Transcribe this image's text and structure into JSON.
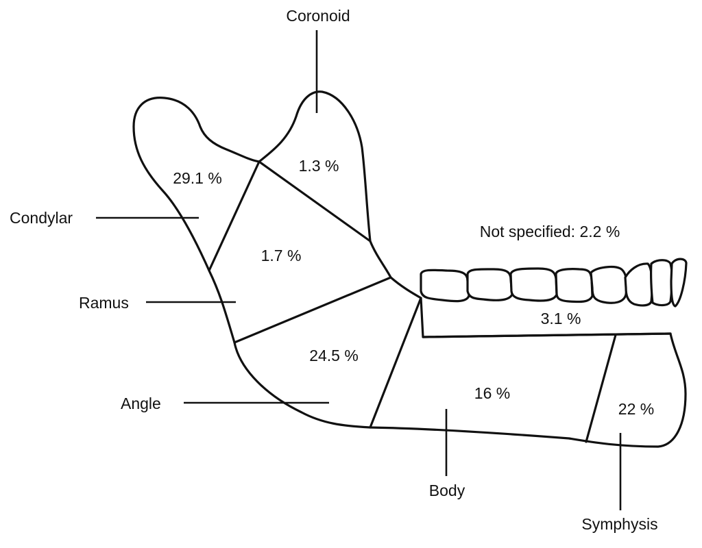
{
  "regions": {
    "condylar": {
      "label": "Condylar",
      "percent": "29.1 %"
    },
    "coronoid": {
      "label": "Coronoid",
      "percent": "1.3 %"
    },
    "ramus": {
      "label": "Ramus",
      "percent": "1.7 %"
    },
    "angle": {
      "label": "Angle",
      "percent": "24.5 %"
    },
    "alveolar": {
      "percent": "3.1 %"
    },
    "body": {
      "label": "Body",
      "percent": "16 %"
    },
    "symphysis": {
      "label": "Symphysis",
      "percent": "22 %"
    }
  },
  "not_specified": "Not specified: 2.2 %"
}
